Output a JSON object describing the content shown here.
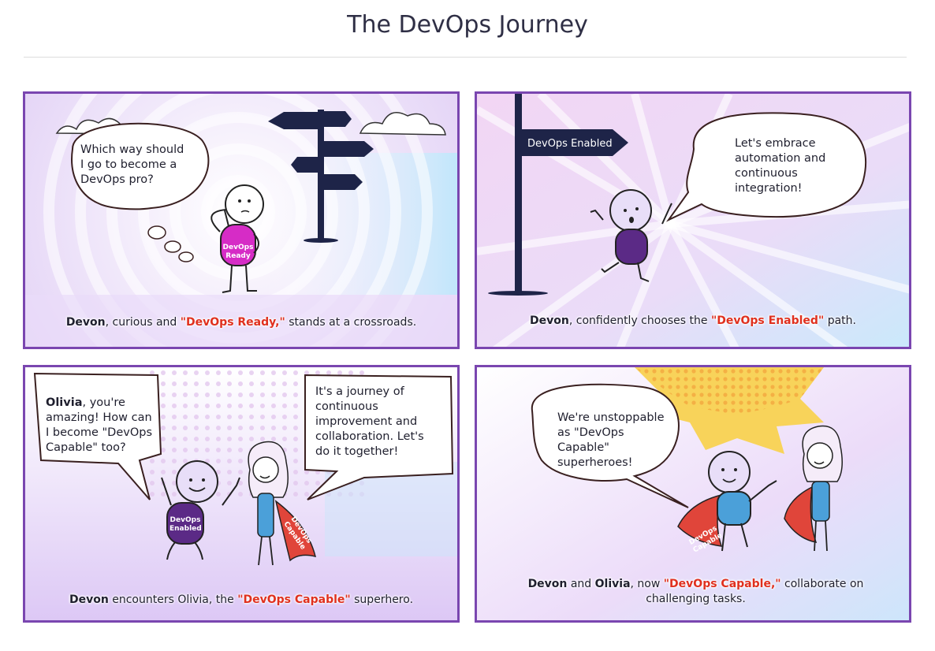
{
  "title": "The DevOps Journey",
  "colors": {
    "frame": "#7a46b0",
    "highlight": "#e0301e",
    "signpost": "#1e2448",
    "shirt_pink": "#d62cc6",
    "shirt_purple": "#5b2a86",
    "cape_red": "#e0453a"
  },
  "panels": [
    {
      "bubble": "Which way should I go to become a DevOps pro?",
      "shirt": "DevOps Ready",
      "caption": {
        "name1": "Devon",
        "pre": ", curious and ",
        "highlight": "\"DevOps Ready,\"",
        "post": " stands at a crossroads."
      }
    },
    {
      "sign": "DevOps Enabled",
      "bubble": "Let's embrace automation and continuous integration!",
      "caption": {
        "name1": "Devon",
        "pre": ", confidently chooses the ",
        "highlight": "\"DevOps Enabled\"",
        "post": " path."
      }
    },
    {
      "bubble_left_name": "Olivia",
      "bubble_left": ", you're amazing! How can I become \"DevOps Capable\" too?",
      "bubble_right": "It's a journey of continuous improvement and collaboration. Let's do it together!",
      "shirt": "DevOps Enabled",
      "cape": "DevOps Capable",
      "caption": {
        "name1": "Devon",
        "pre": " encounters Olivia, the ",
        "highlight": "\"DevOps Capable\"",
        "post": " superhero."
      }
    },
    {
      "bubble": "We're unstoppable as \"DevOps Capable\" superheroes!",
      "cape": "DevOps Capable",
      "caption": {
        "name1": "Devon",
        "mid": " and ",
        "name2": "Olivia",
        "pre": ", now ",
        "highlight": "\"DevOps Capable,\"",
        "post": " collaborate on challenging tasks."
      }
    }
  ]
}
